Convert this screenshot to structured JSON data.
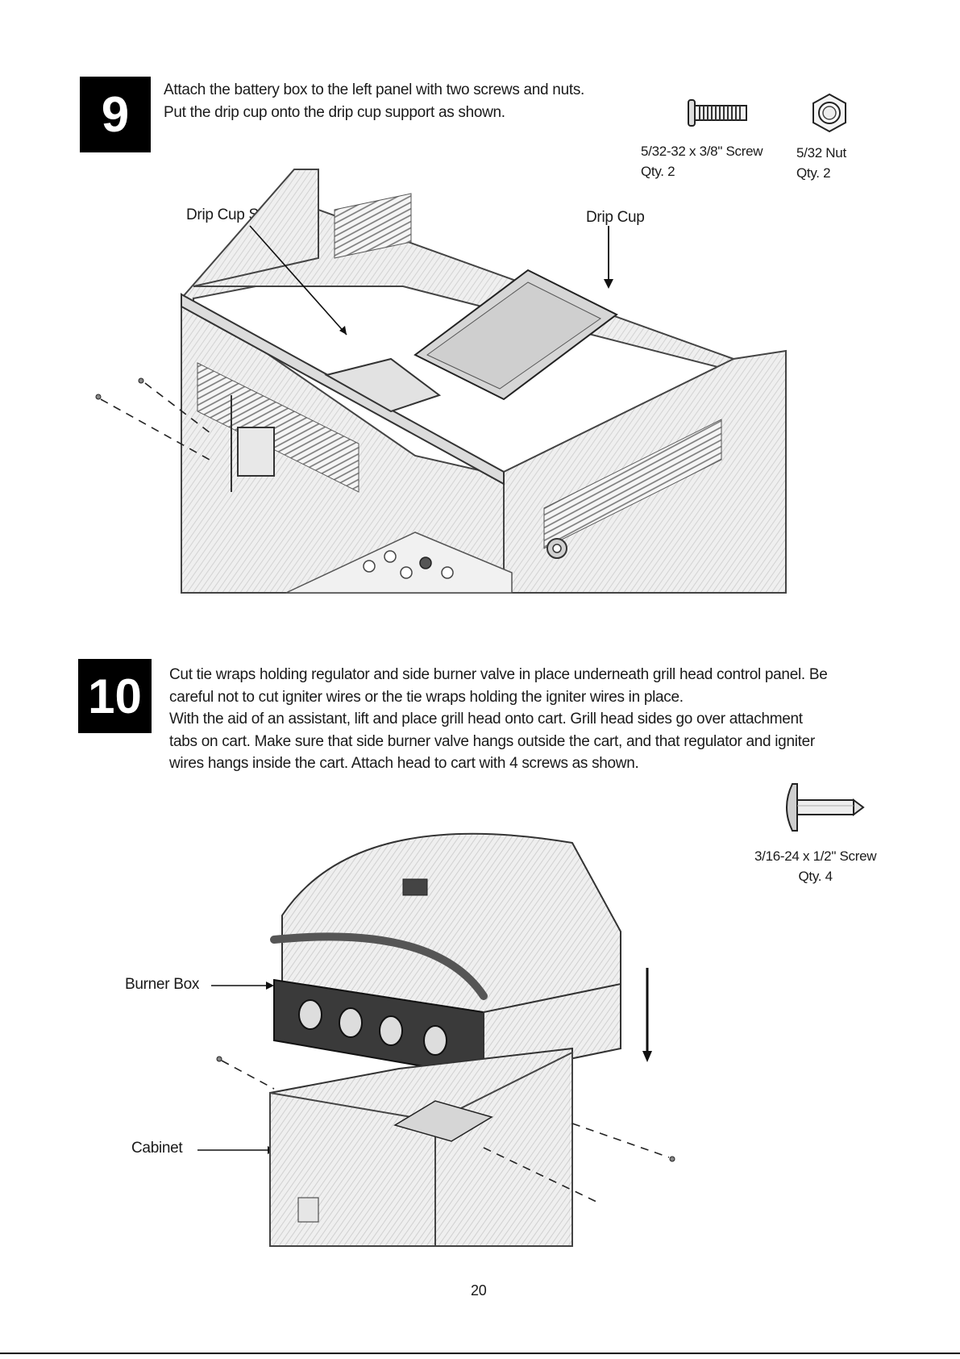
{
  "step9": {
    "number": "9",
    "lines": [
      "Attach the battery box to the left panel with two screws and nuts.",
      "Put the drip cup onto the drip cup support as shown."
    ],
    "hardware": [
      {
        "name": "5/32-32 x 3/8\" Screw",
        "qty": "Qty. 2",
        "icon": "screw-icon"
      },
      {
        "name": "5/32 Nut",
        "qty": "Qty. 2",
        "icon": "nut-icon"
      }
    ],
    "callouts": {
      "drip_cup_support": "Drip Cup Support",
      "drip_cup": "Drip Cup"
    }
  },
  "step10": {
    "number": "10",
    "lines": [
      "Cut tie wraps holding regulator and side burner valve in place underneath grill head control panel. Be",
      "careful not to cut igniter wires or the tie wraps holding the igniter wires in place.",
      "With the aid of an assistant, lift and place grill head onto cart. Grill head sides go over attachment",
      "tabs on cart. Make sure that side burner valve hangs outside the cart, and that regulator and igniter",
      "wires hangs inside the cart. Attach head to cart with 4 screws as shown."
    ],
    "hardware": [
      {
        "name": "3/16-24 x 1/2\"  Screw",
        "qty": "Qty. 4",
        "icon": "screw-icon"
      }
    ],
    "callouts": {
      "burner_box": "Burner Box",
      "cabinet": "Cabinet"
    }
  },
  "page_number": "20",
  "colors": {
    "badge": "#000000",
    "line_art": "#555555",
    "panel_fill": "#e6e6e6"
  }
}
